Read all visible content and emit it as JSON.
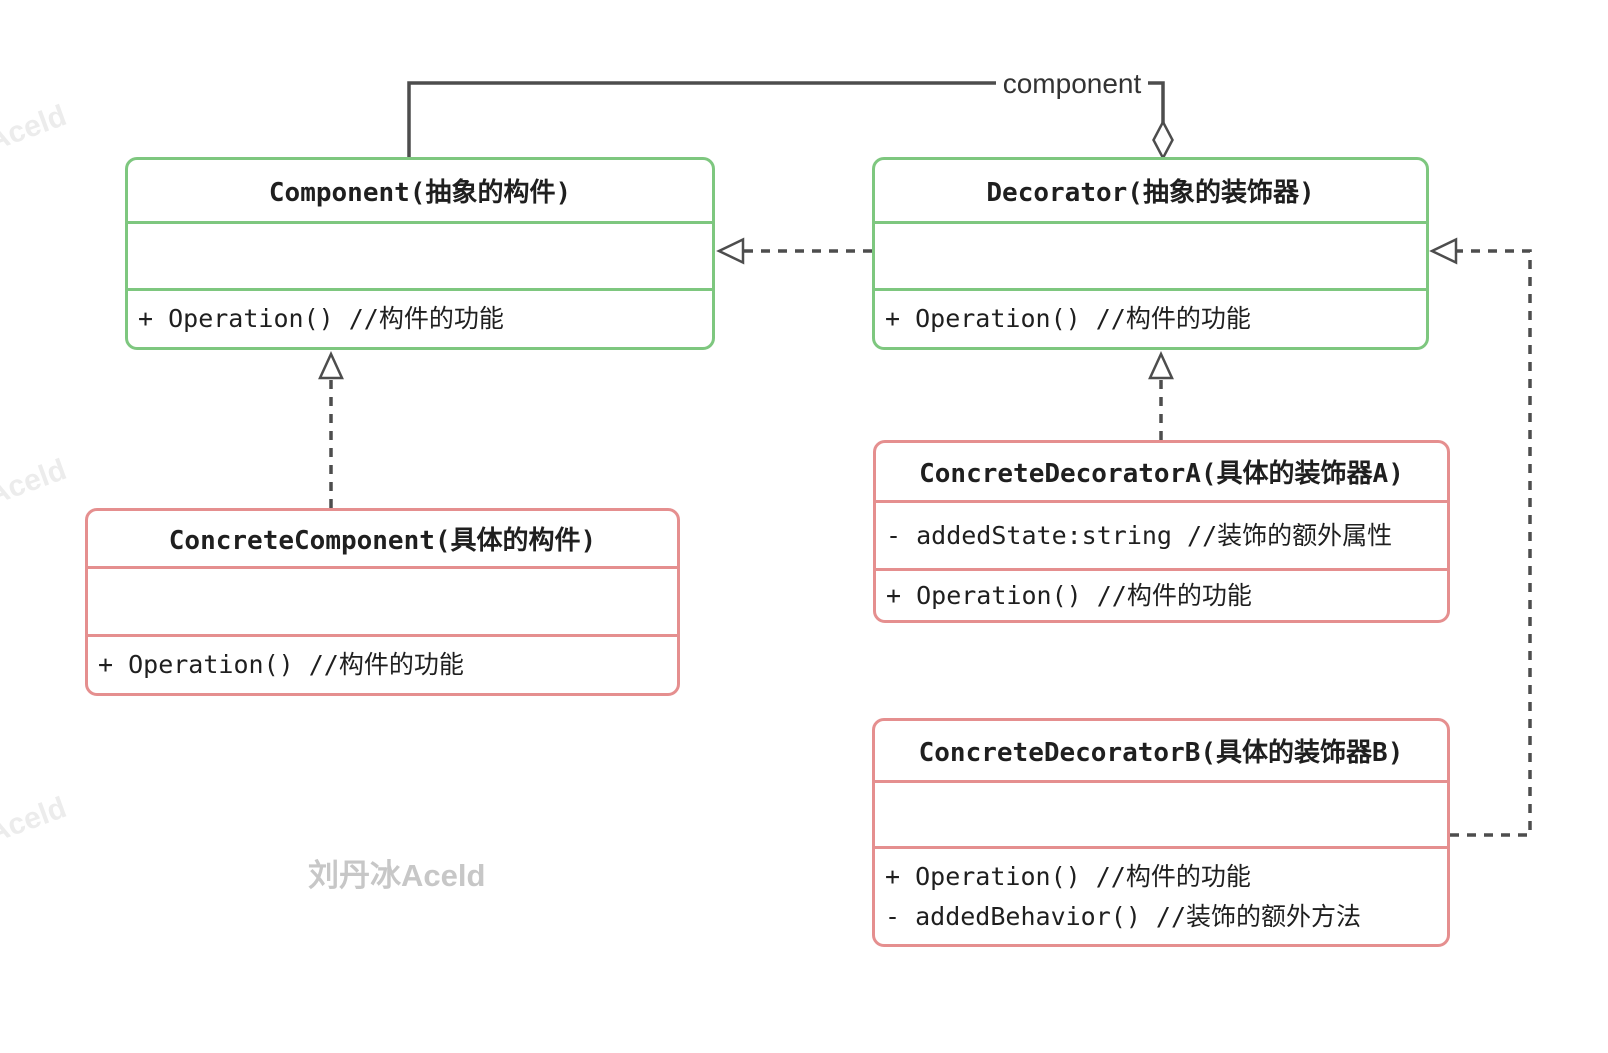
{
  "diagram": {
    "classes": [
      {
        "id": "component",
        "name": "Component(抽象的构件)",
        "border_color": "#7ec77f",
        "attributes": [],
        "methods": [
          "+ Operation() //构件的功能"
        ]
      },
      {
        "id": "decorator",
        "name": "Decorator(抽象的装饰器)",
        "border_color": "#7ec77f",
        "attributes": [],
        "methods": [
          "+ Operation() //构件的功能"
        ]
      },
      {
        "id": "concrete-component",
        "name": "ConcreteComponent(具体的构件)",
        "border_color": "#e58f8f",
        "attributes": [],
        "methods": [
          "+ Operation() //构件的功能"
        ]
      },
      {
        "id": "concrete-decorator-a",
        "name": "ConcreteDecoratorA(具体的装饰器A)",
        "border_color": "#e58f8f",
        "attributes": [
          "- addedState:string //装饰的额外属性"
        ],
        "methods": [
          "+ Operation() //构件的功能"
        ]
      },
      {
        "id": "concrete-decorator-b",
        "name": "ConcreteDecoratorB(具体的装饰器B)",
        "border_color": "#e58f8f",
        "attributes": [],
        "methods": [
          "+ Operation() //构件的功能",
          "- addedBehavior() //装饰的额外方法"
        ]
      }
    ],
    "relations": [
      {
        "type": "aggregation",
        "from": "decorator",
        "to": "component",
        "label": "component"
      },
      {
        "type": "dependency",
        "from": "decorator",
        "to": "component",
        "label": ""
      },
      {
        "type": "generalization",
        "from": "concrete-component",
        "to": "component",
        "label": ""
      },
      {
        "type": "generalization",
        "from": "concrete-decorator-a",
        "to": "decorator",
        "label": ""
      },
      {
        "type": "generalization",
        "from": "concrete-decorator-b",
        "to": "decorator",
        "label": ""
      }
    ],
    "watermarks": {
      "corner": "Aceld",
      "signature": "刘丹冰Aceld"
    },
    "colors": {
      "abstract_border": "#7ec77f",
      "concrete_border": "#e58f8f",
      "line": "#4d4d4d",
      "text": "#1f1f1f",
      "edge_label": "#333333",
      "signature_watermark": "#c7c7c7",
      "background": "#ffffff"
    }
  }
}
